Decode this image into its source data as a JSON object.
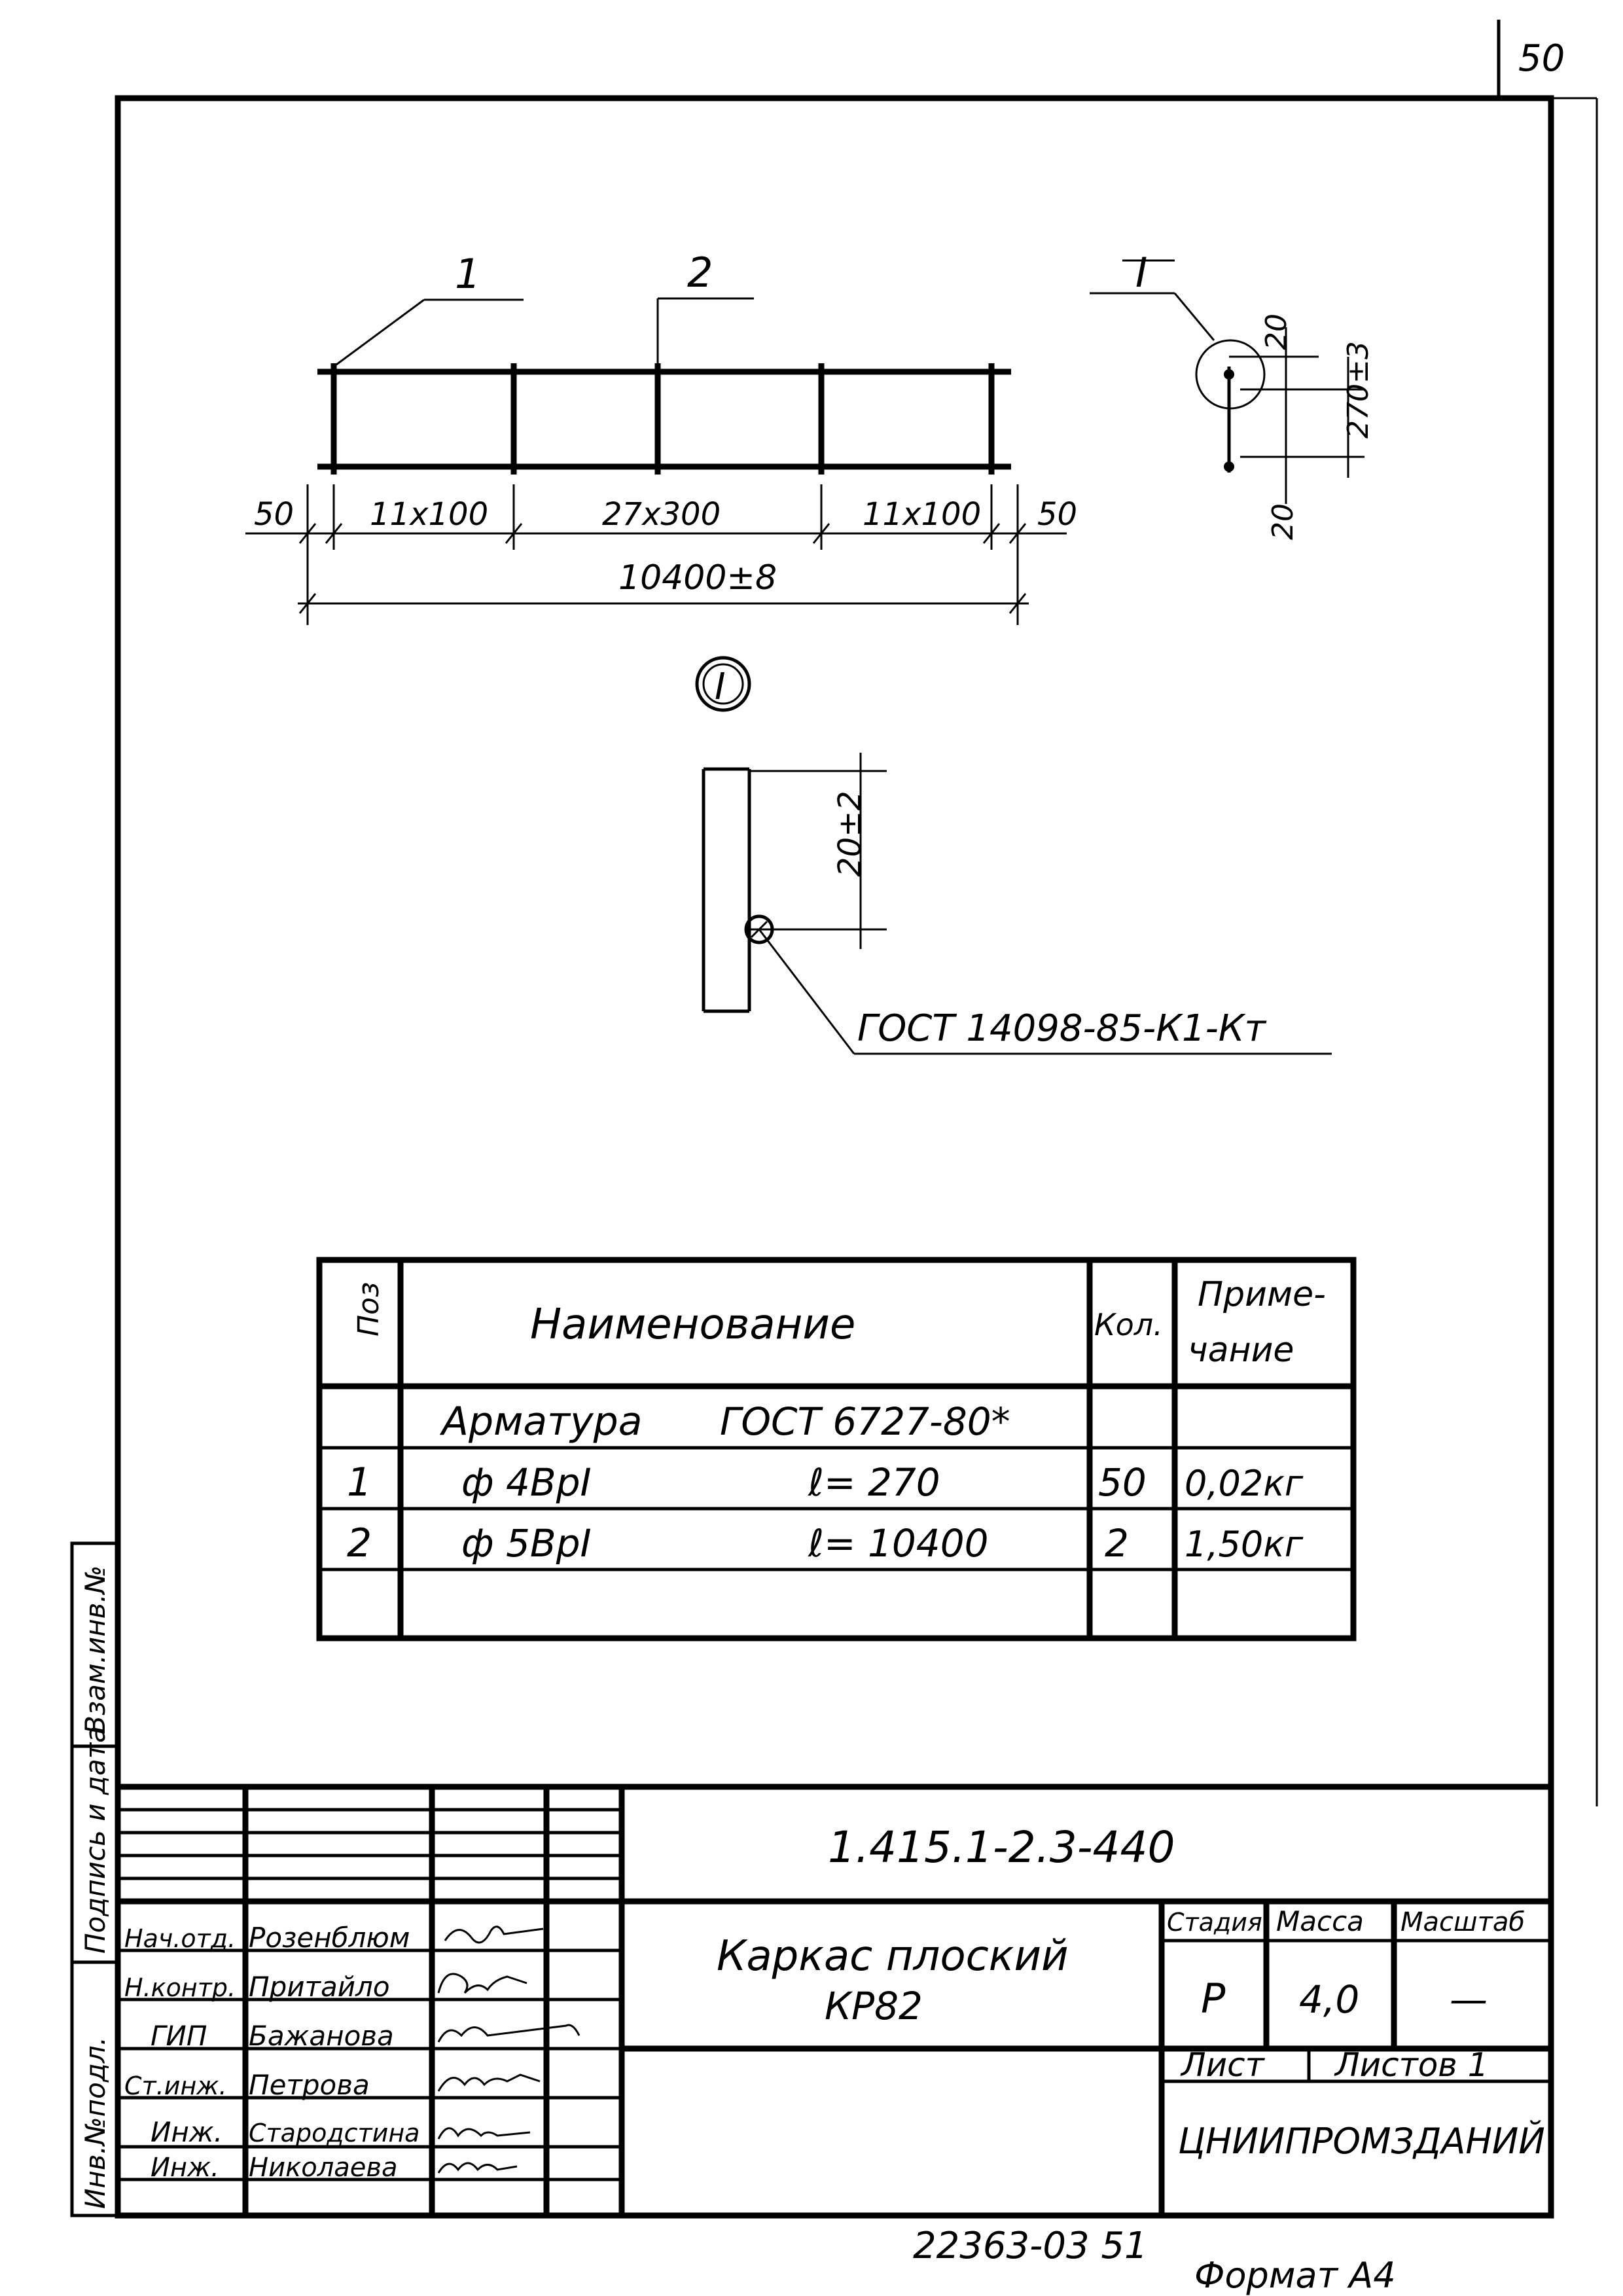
{
  "sheet_number_corner": "50",
  "drawing": {
    "pos_label_1": "1",
    "pos_label_2": "2",
    "detail_label": "I",
    "dim_left_50": "50",
    "dim_11x100_left": "11x100",
    "dim_27x300": "27x300",
    "dim_11x100_right": "11x100",
    "dim_right_50": "50",
    "dim_total": "10400±8",
    "section_dim_20_top": "20",
    "section_dim_270": "270±3",
    "section_dim_20_bottom": "20",
    "detail_circle_label": "I",
    "detail_dim_20": "20±2",
    "weld_note": "ГОСТ 14098-85-К1-Кт"
  },
  "spec_table": {
    "headers": {
      "pos": "Поз",
      "name": "Наименование",
      "qty": "Кол.",
      "note_line1": "Приме-",
      "note_line2": "чание"
    },
    "group_title_left": "Арматура",
    "group_title_right": "ГОСТ 6727-80*",
    "rows": [
      {
        "pos": "1",
        "name": "ф 4ВрI",
        "length": "ℓ= 270",
        "qty": "50",
        "note": "0,02кг"
      },
      {
        "pos": "2",
        "name": "ф 5ВрI",
        "length": "ℓ= 10400",
        "qty": "2",
        "note": "1,50кг"
      }
    ]
  },
  "side_stamp": {
    "vzam_inv": "Взам.инв.№",
    "podpis_data": "Подпись и дата",
    "inv_podl": "Инв.№подл."
  },
  "title_block": {
    "doc_code": "1.415.1-2.3-440",
    "title_line1": "Каркас плоский",
    "title_line2": "КР82",
    "col_stage": "Стадия",
    "col_mass": "Масса",
    "col_scale": "Масштаб",
    "stage_value": "Р",
    "mass_value": "4,0",
    "scale_value": "—",
    "sheet_label": "Лист",
    "sheets_label": "Листов 1",
    "organization": "ЦНИИПРОМЗДАНИЙ",
    "people": [
      {
        "role": "Нач.отд.",
        "name": "Розенблюм"
      },
      {
        "role": "Н.контр.",
        "name": "Притайло"
      },
      {
        "role": "ГИП",
        "name": "Бажанова"
      },
      {
        "role": "Ст.инж.",
        "name": "Петрова"
      },
      {
        "role": "Инж.",
        "name": "Стародстина"
      },
      {
        "role": "Инж.",
        "name": "Николаева"
      }
    ]
  },
  "bottom_code": "22363-03  51",
  "format_label": "Формат А4"
}
